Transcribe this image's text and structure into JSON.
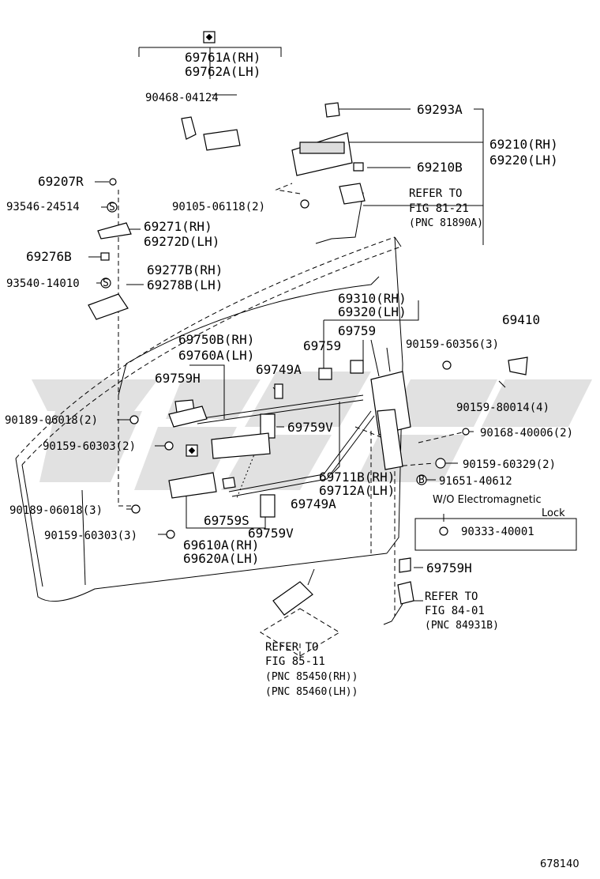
{
  "labels": {
    "l69761": "69761A(RH)",
    "l69762": "69762A(LH)",
    "l90468": "90468-04124",
    "l69293": "69293A",
    "l69210": "69210(RH)",
    "l69220": "69220(LH)",
    "l69210b": "69210B",
    "l69207": "69207R",
    "l93546": "93546-24514",
    "l90105": "90105-06118(2)",
    "refer1": "REFER TO",
    "refer1b": "FIG 81-21",
    "refer1c": "(PNC 81890A)",
    "l69271": "69271(RH)",
    "l69272": "69272D(LH)",
    "l69276": "69276B",
    "l93540": "93540-14010",
    "l69277": "69277B(RH)",
    "l69278": "69278B(LH)",
    "l69310": "69310(RH)",
    "l69320": "69320(LH)",
    "l69410": "69410",
    "l69759a": "69759",
    "l69759b": "69759",
    "l90159_356": "90159-60356(3)",
    "l69750": "69750B(RH)",
    "l69760": "69760A(LH)",
    "l69759h1": "69759H",
    "l69749a1": "69749A",
    "l90159_80014": "90159-80014(4)",
    "l90189_1": "90189-06018(2)",
    "l69759v1": "69759V",
    "l90168": "90168-40006(2)",
    "l90159_303a": "90159-60303(2)",
    "l90159_329": "90159-60329(2)",
    "l69711": "69711B(RH)",
    "l69712": "69712A(LH)",
    "l91651": "91651-40612",
    "l69749a2": "69749A",
    "note_wo1": "W/O Electromagnetic",
    "note_wo2": "Lock",
    "l90333": "90333-40001",
    "l90189_2": "90189-06018(3)",
    "l69759s": "69759S",
    "l69759v2": "69759V",
    "l90159_303b": "90159-60303(3)",
    "l69610": "69610A(RH)",
    "l69620": "69620A(LH)",
    "l69759h2": "69759H",
    "refer2": "REFER TO",
    "refer2b": "FIG 84-01",
    "refer2c": "(PNC 84931B)",
    "refer3": "REFER TO",
    "refer3b": "FIG 85-11",
    "refer3c": "(PNC 85450(RH))",
    "refer3d": "(PNC 85460(LH))",
    "figno": "678140"
  },
  "icons": {
    "top_symbol": "square-diamond-icon",
    "mid_symbol": "square-diamond-icon",
    "circled_b": "B",
    "circled_s": "S"
  }
}
